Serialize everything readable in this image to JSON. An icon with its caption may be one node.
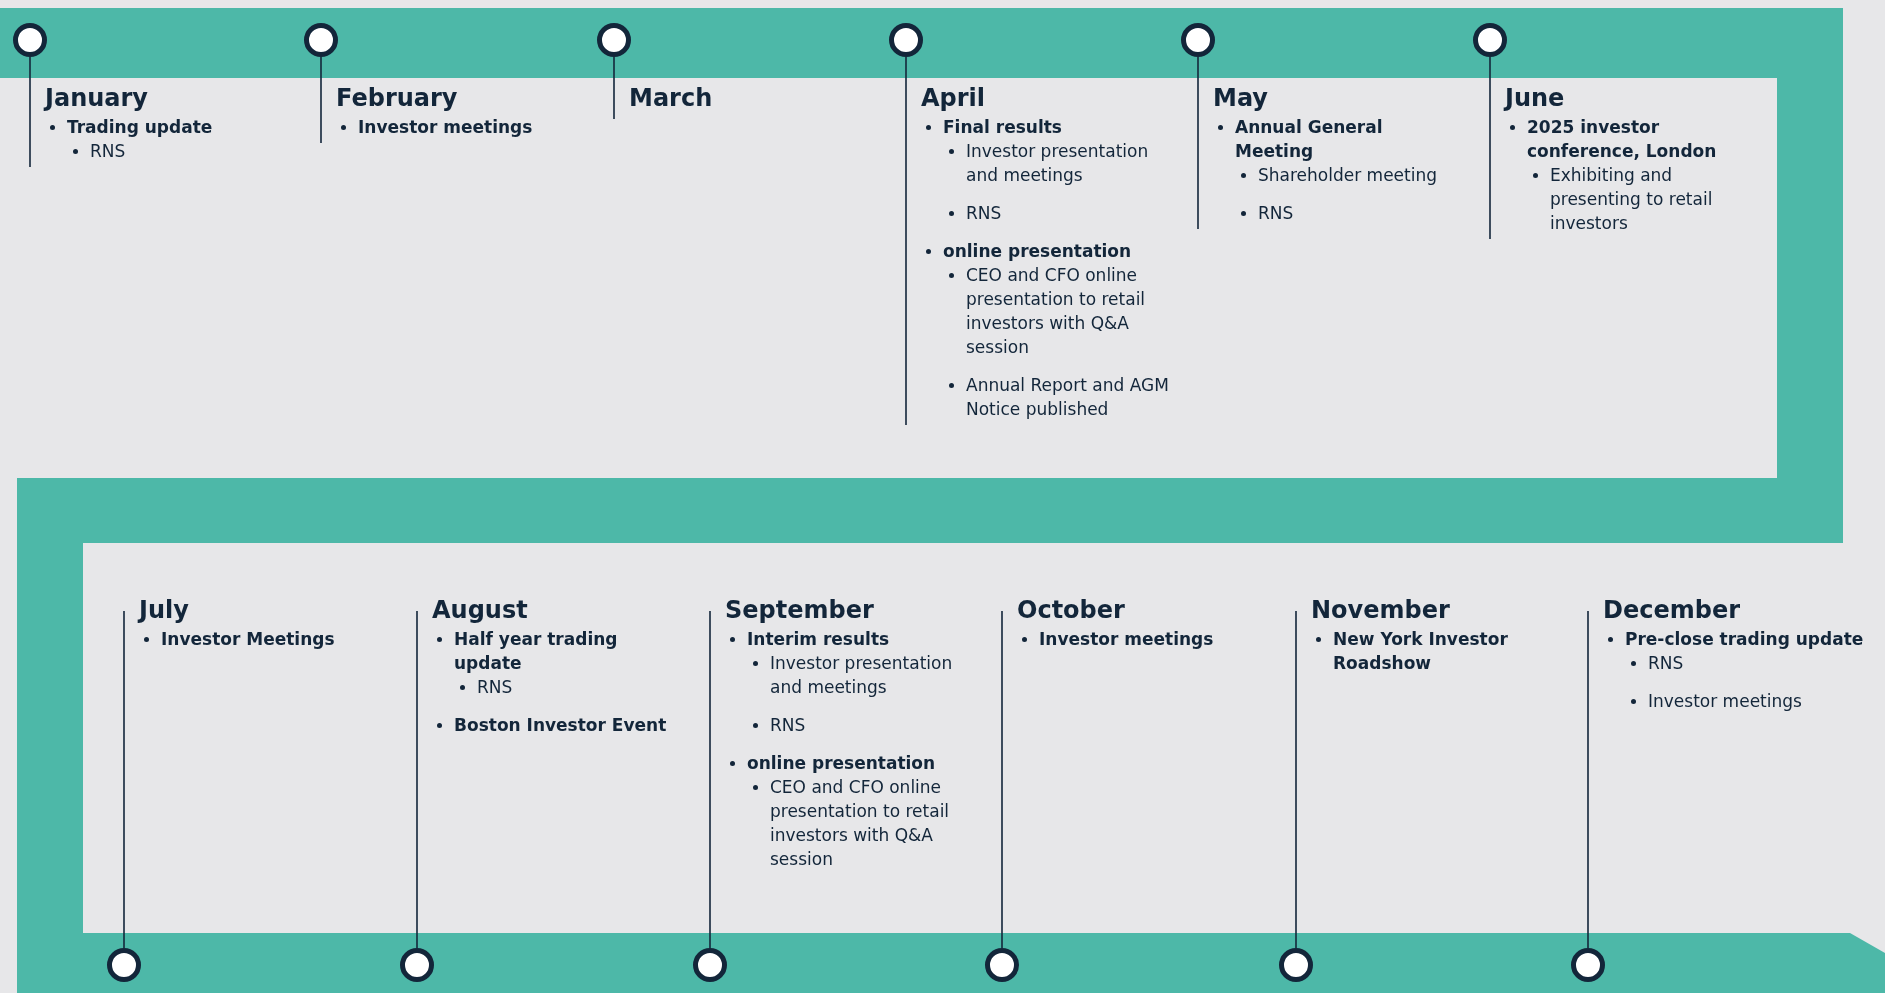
{
  "diagram": {
    "nodes": [
      {
        "text": [
          "January",
          "Trading update",
          "RNS"
        ]
      },
      {
        "text": [
          "February",
          "Investor meetings"
        ]
      },
      {
        "text": [
          "March"
        ]
      },
      {
        "text": [
          "April",
          "Final results",
          "Investor presentation and meetings",
          "RNS",
          "online presentation",
          "CEO and CFO online presentation to retail investors with Q&A session",
          "Annual Report and AGM Notice published"
        ]
      },
      {
        "text": [
          "May",
          "Annual General Meeting",
          "Shareholder meeting",
          "RNS"
        ]
      },
      {
        "text": [
          "June",
          "2025 investor conference, London",
          "Exhibiting and presenting to retail investors"
        ]
      },
      {
        "text": [
          "July",
          "Investor Meetings"
        ]
      },
      {
        "text": [
          "August",
          "Half year trading update",
          "RNS",
          "Boston Investor Event"
        ]
      },
      {
        "text": [
          "September",
          "Interim results",
          "Investor presentation and meetings",
          "RNS",
          "online presentation",
          "CEO and CFO online presentation to retail investors with Q&A session"
        ]
      },
      {
        "text": [
          "October",
          "Investor meetings"
        ]
      },
      {
        "text": [
          "November",
          "New York Investor Roadshow"
        ]
      },
      {
        "text": [
          "December",
          "Pre-close trading update",
          "RNS",
          "Investor meetings"
        ]
      },
      {
        "text": [],
        "shape": "circle"
      },
      {
        "text": [],
        "shape": "circle"
      },
      {
        "text": [],
        "shape": "circle"
      },
      {
        "text": [],
        "shape": "circle"
      },
      {
        "text": [],
        "shape": "circle"
      },
      {
        "text": [],
        "shape": "circle"
      },
      {
        "text": [],
        "shape": "circle"
      },
      {
        "text": [],
        "shape": "circle"
      },
      {
        "text": [],
        "shape": "circle"
      },
      {
        "text": [],
        "shape": "circle"
      },
      {
        "text": [],
        "shape": "circle"
      },
      {
        "text": [],
        "shape": "circle"
      }
    ],
    "edges": [
      {
        "from": 0,
        "to": 12,
        "arrow": "none"
      },
      {
        "from": 1,
        "to": 13,
        "arrow": "none"
      },
      {
        "from": 2,
        "to": 14,
        "arrow": "none"
      },
      {
        "from": 3,
        "to": 15,
        "arrow": "none"
      },
      {
        "from": 4,
        "to": 16,
        "arrow": "none"
      },
      {
        "from": 5,
        "to": 17,
        "arrow": "none"
      },
      {
        "from": 6,
        "to": 18,
        "arrow": "none"
      },
      {
        "from": 7,
        "to": 19,
        "arrow": "none"
      },
      {
        "from": 8,
        "to": 20,
        "arrow": "none"
      },
      {
        "from": 9,
        "to": 21,
        "arrow": "none"
      },
      {
        "from": 10,
        "to": 22,
        "arrow": "none"
      },
      {
        "from": 11,
        "to": 23,
        "arrow": "none"
      }
    ]
  }
}
